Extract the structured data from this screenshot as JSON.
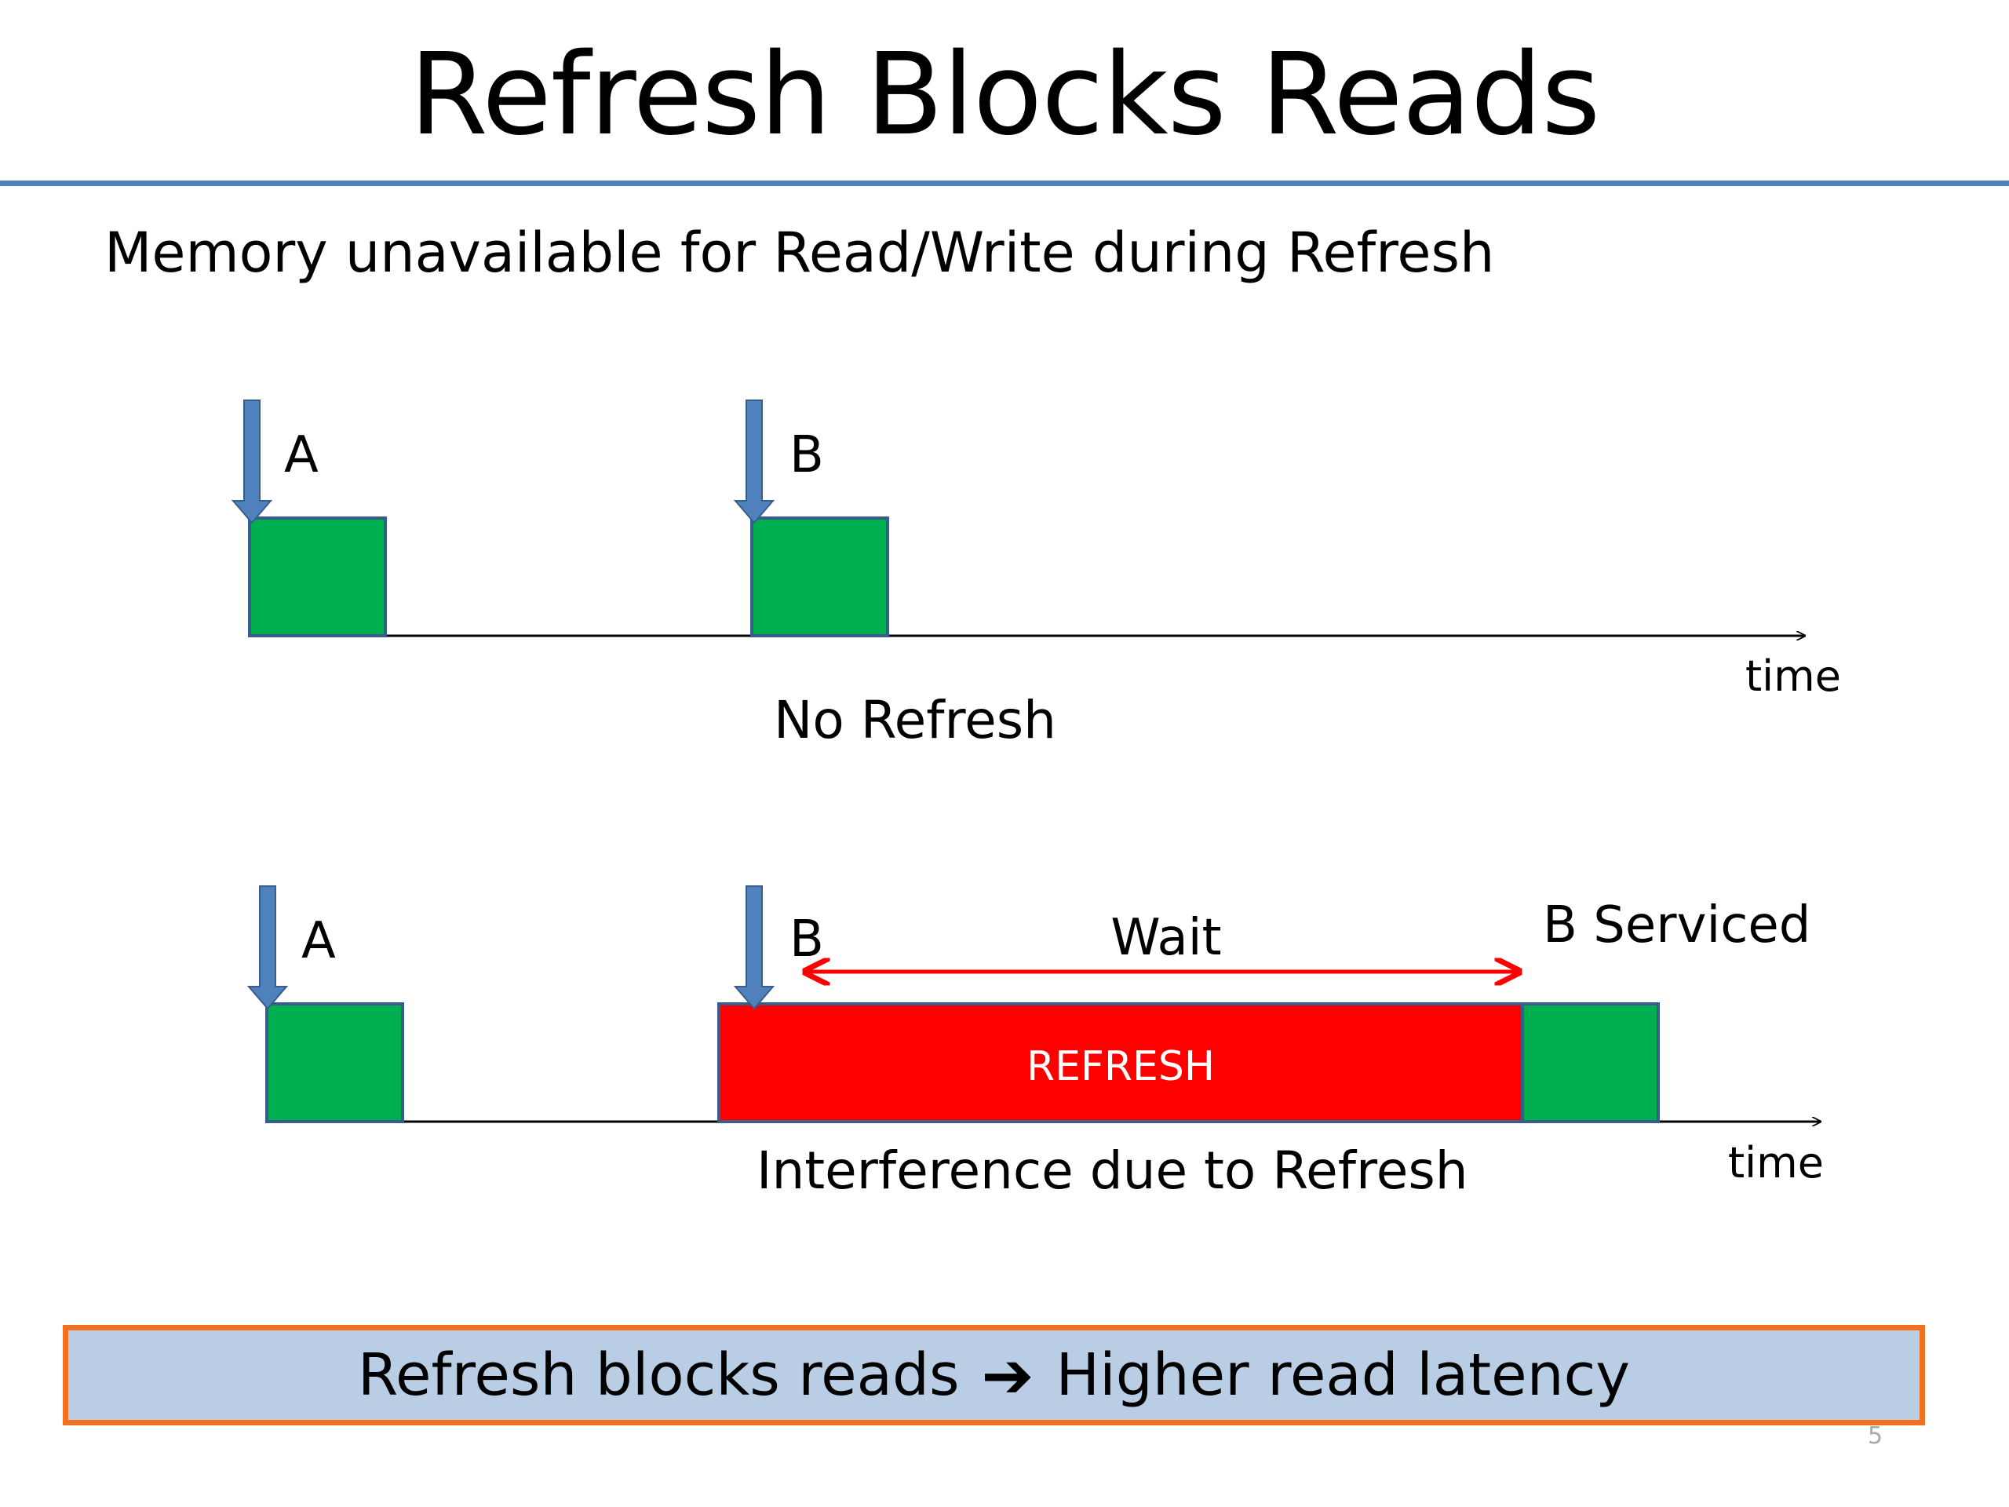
{
  "slide": {
    "title": "Refresh Blocks Reads",
    "subtitle": "Memory unavailable for Read/Write during Refresh",
    "number": "5",
    "accent_color": "#4f81bd"
  },
  "timeline_no_refresh": {
    "request_a": "A",
    "request_b": "B",
    "axis_label": "time",
    "caption": "No Refresh"
  },
  "timeline_refresh": {
    "request_a": "A",
    "request_b": "B",
    "wait_label": "Wait",
    "serviced_label": "B Serviced",
    "refresh_label": "REFRESH",
    "axis_label": "time",
    "caption": "Interference due to Refresh"
  },
  "banner": {
    "left_text": "Refresh blocks reads",
    "arrow": "➔",
    "right_text": "Higher read latency"
  },
  "colors": {
    "service_block": "#00b050",
    "refresh_block": "#ff0000",
    "request_arrow": "#4f81bd",
    "wait_arrow": "#ff0000",
    "banner_fill": "#b9cde5",
    "banner_border": "#f07020"
  }
}
